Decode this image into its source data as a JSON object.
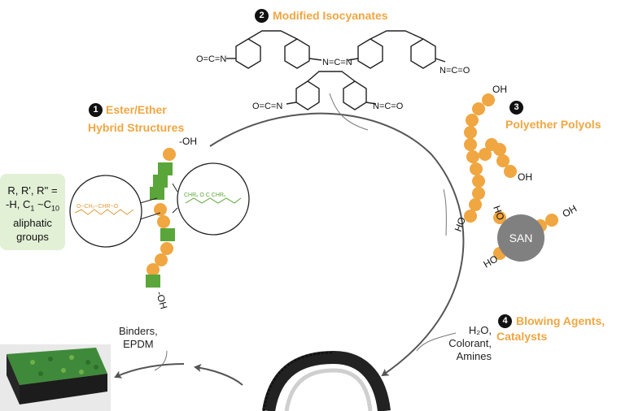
{
  "steps": [
    {
      "number": "1",
      "title": "Ester/Ether\nHybrid Structures"
    },
    {
      "number": "2",
      "title": "Modified Isocyanates"
    },
    {
      "number": "3",
      "title": "Polyether Polyols"
    },
    {
      "number": "4",
      "title": "Blowing Agents,\nCatalysts"
    }
  ],
  "side_note": {
    "line1": "R, R', R''  =",
    "line2": "-H, C",
    "sub1": "1",
    "mid": " ~C",
    "sub2": "10",
    "line3": "aliphatic",
    "line4": "groups"
  },
  "hydroxyl_label": "-OH",
  "oh_label": "OH",
  "ho_label": "HO",
  "isocyanate_left": "O=C=N",
  "isocyanate_right": "N=C=O",
  "carbodiimide": "N=C=N",
  "san_label": "SAN",
  "binders_text": "Binders,\nEPDM",
  "additives_text": "H₂O,\nColorant,\nAmines",
  "ether_segment": "O~CH₂~CHR~O",
  "ester_segment": "CHRₓ O C CHRₓ",
  "colors": {
    "accent": "#f0a641",
    "ester_block": "#5aa63a",
    "san": "#808080",
    "note_bg": "#e2f0d6",
    "arrow": "#555555"
  }
}
